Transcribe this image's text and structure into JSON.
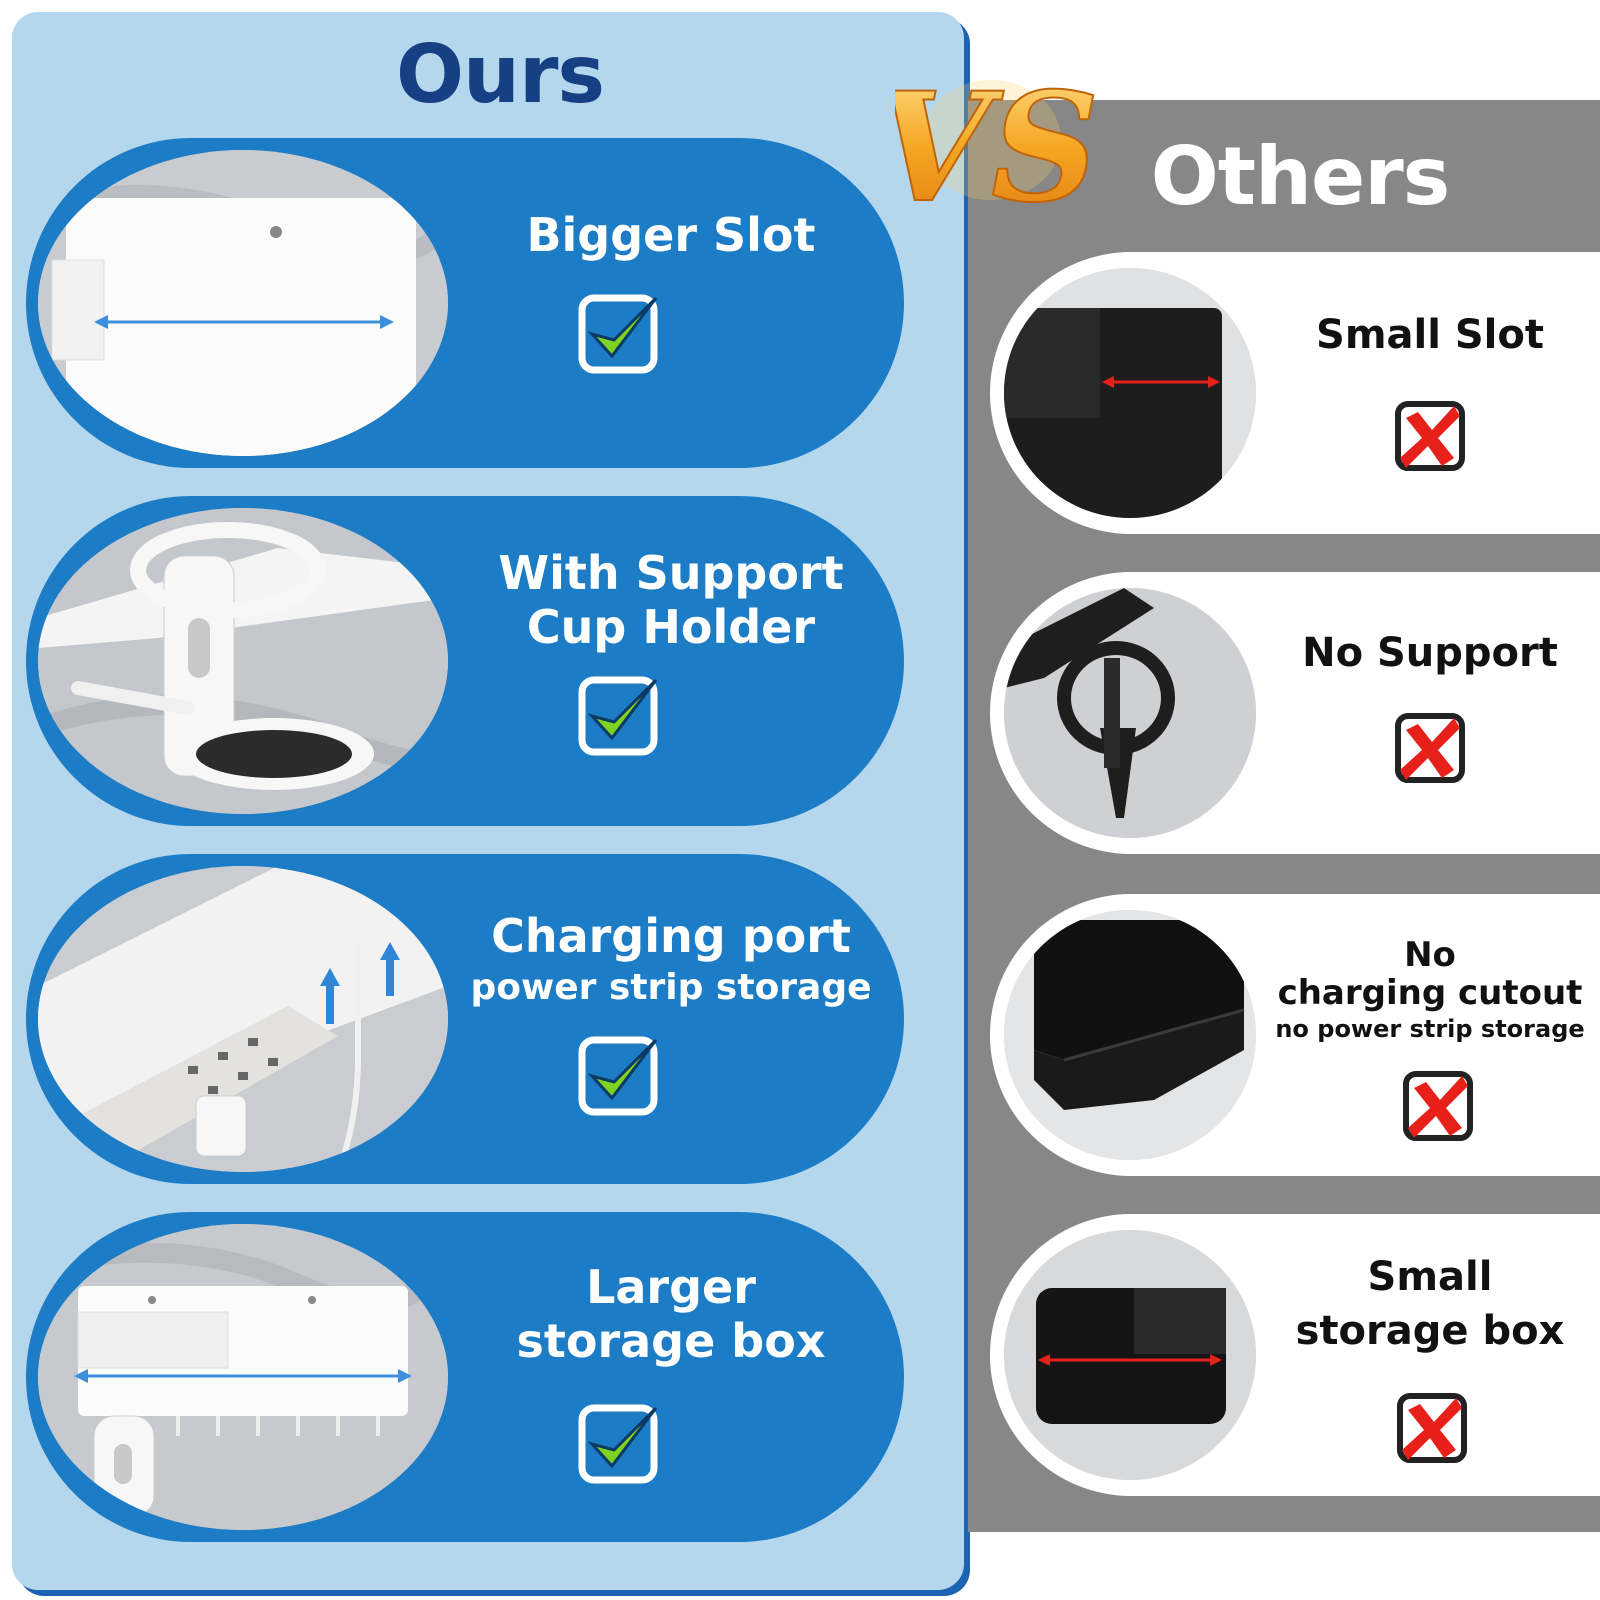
{
  "ours": {
    "title": "Ours",
    "features": [
      {
        "line1": "Bigger Slot",
        "status_icon": "check-icon"
      },
      {
        "line1": "With Support",
        "line2": "Cup Holder",
        "status_icon": "check-icon"
      },
      {
        "line1": "Charging port",
        "line2": "power strip storage",
        "status_icon": "check-icon"
      },
      {
        "line1": "Larger",
        "line2": "storage box",
        "status_icon": "check-icon"
      }
    ]
  },
  "vs_label": "VS",
  "others": {
    "title": "Others",
    "features": [
      {
        "line1": "Small Slot",
        "status_icon": "x-icon"
      },
      {
        "line1": "No Support",
        "status_icon": "x-icon"
      },
      {
        "line1": "No",
        "line2": "charging cutout",
        "line3": "no power strip storage",
        "status_icon": "x-icon"
      },
      {
        "line1": "Small",
        "line2": "storage box",
        "status_icon": "x-icon"
      }
    ]
  },
  "colors": {
    "ours_panel": "#b4d7ee",
    "ours_pill": "#1c7cc6",
    "ours_title": "#163f84",
    "check_green": "#7ed321",
    "others_panel": "#878787",
    "x_red": "#e8201a",
    "vs_gold": "#f5a623"
  }
}
